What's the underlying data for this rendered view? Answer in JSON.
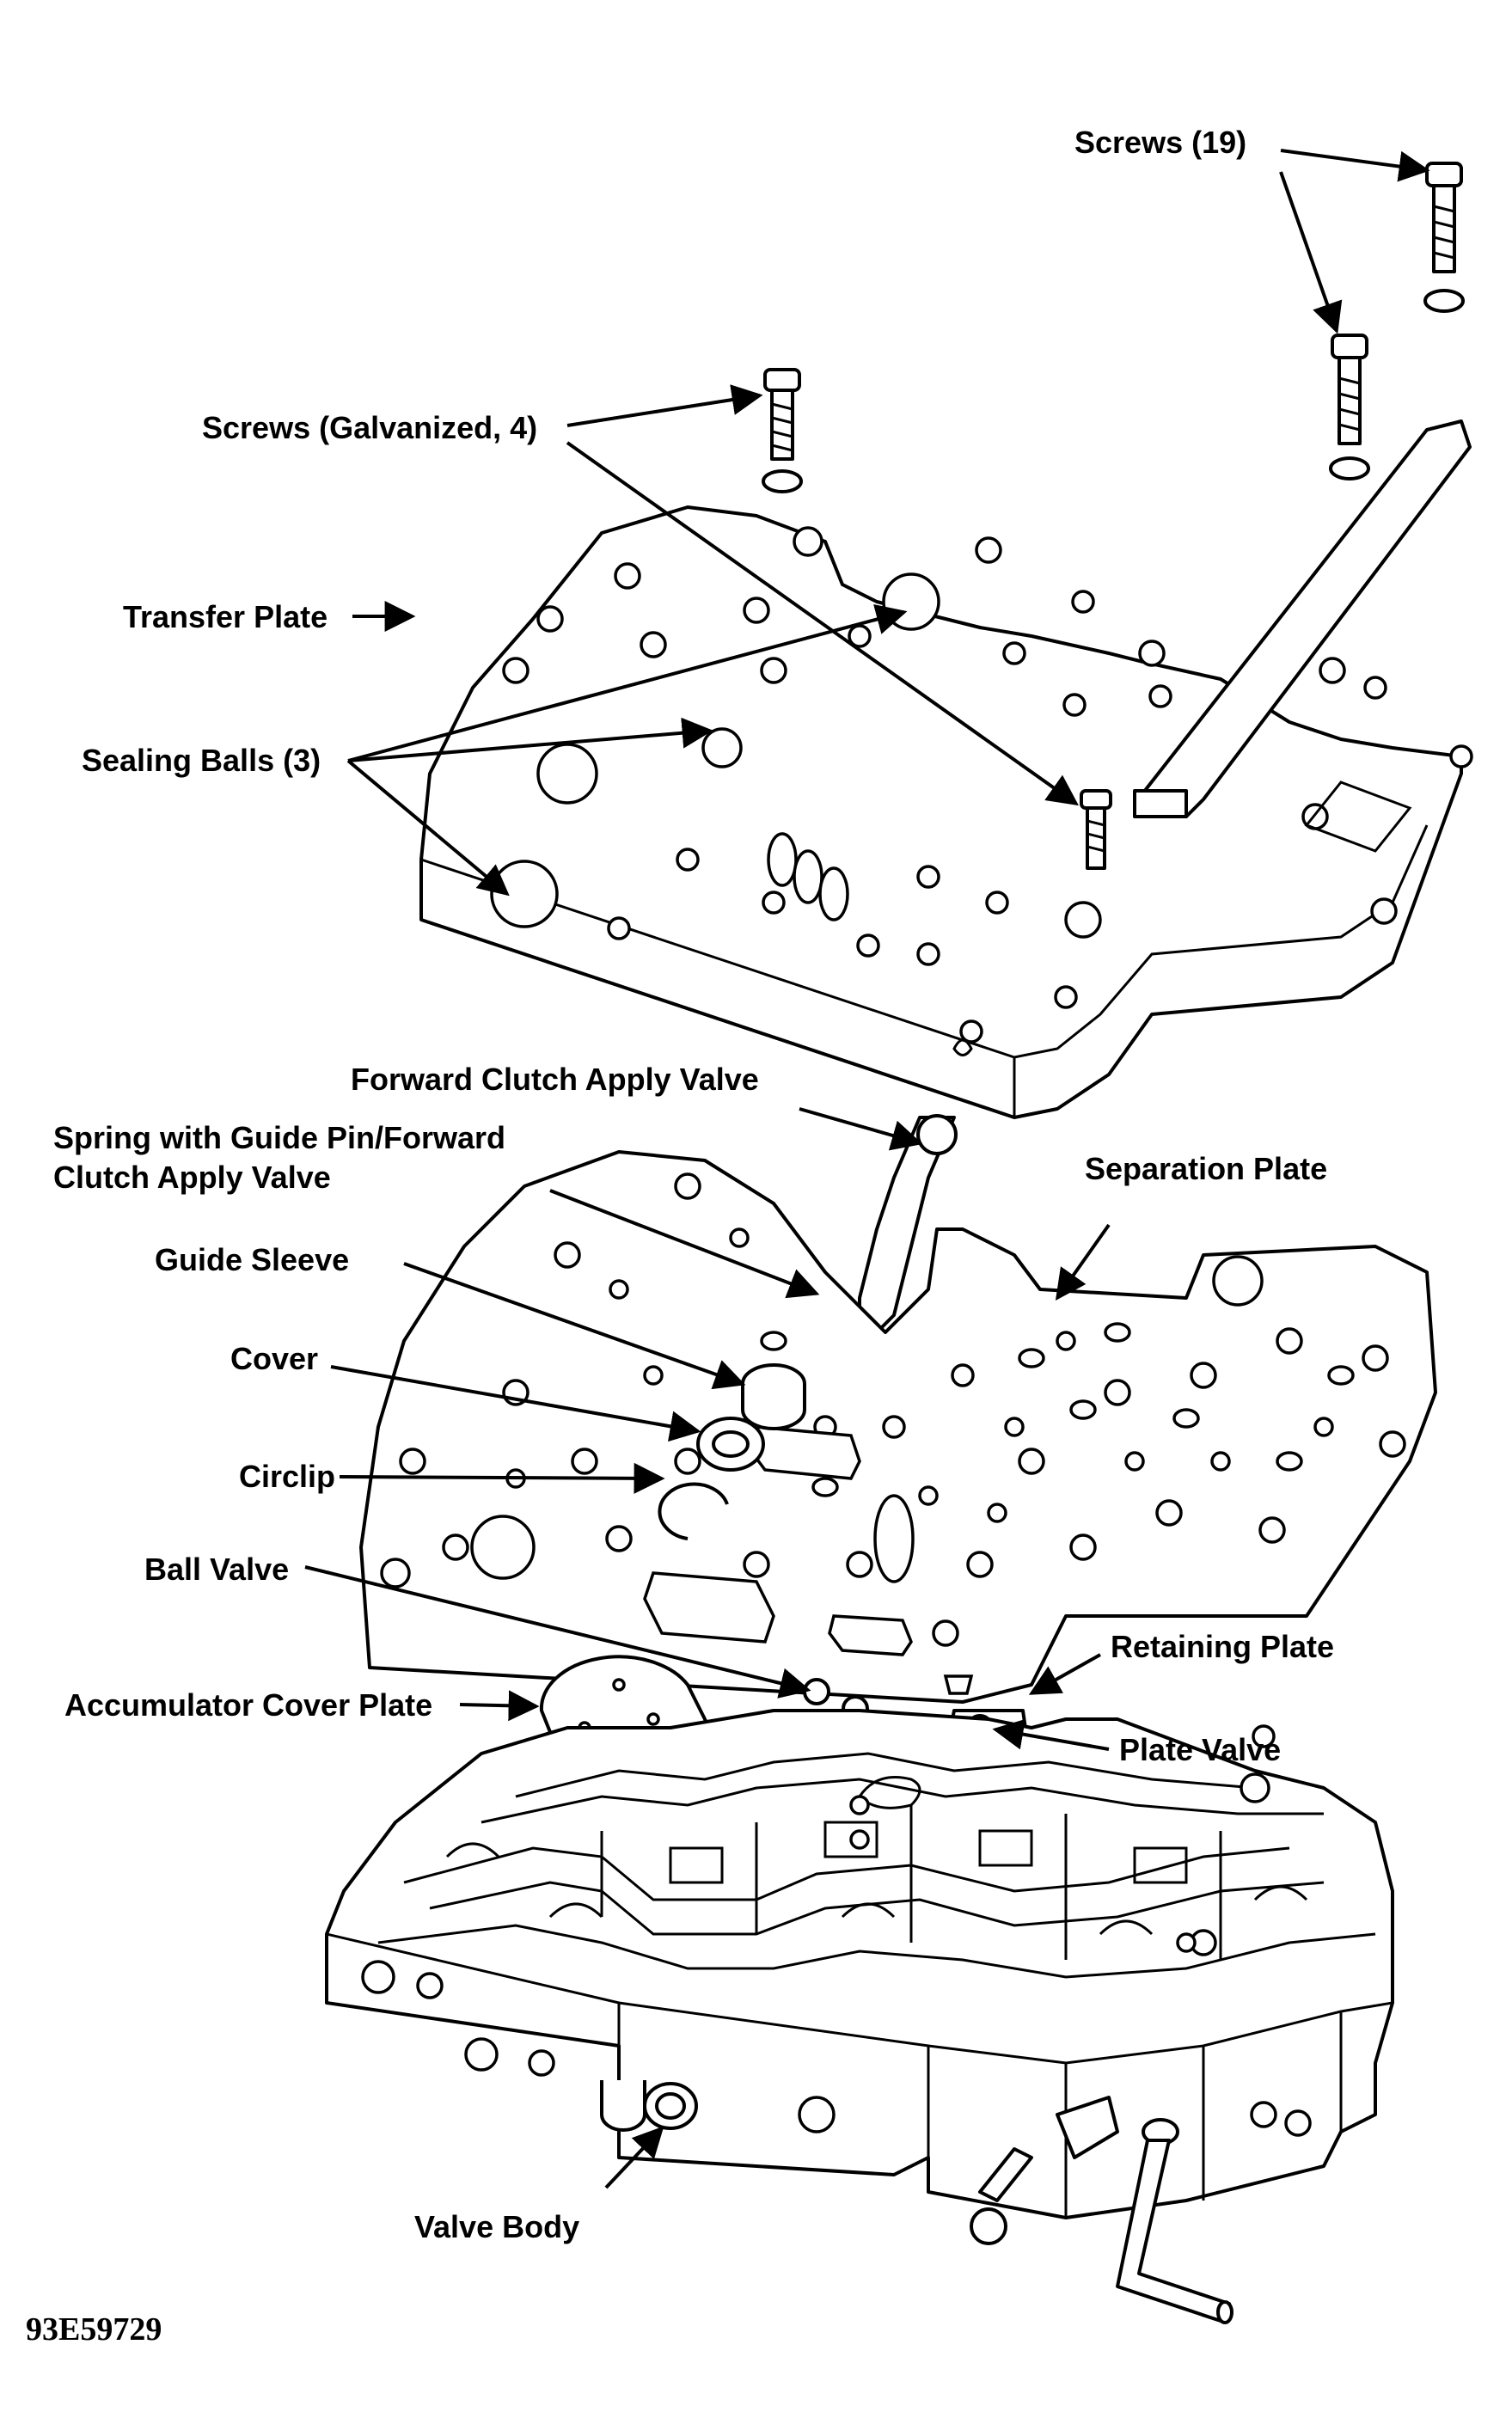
{
  "labels": {
    "screws_19": "Screws (19)",
    "screws_galvanized": "Screws (Galvanized, 4)",
    "transfer_plate": "Transfer Plate",
    "sealing_balls": "Sealing Balls (3)",
    "forward_clutch_apply_valve": "Forward Clutch Apply Valve",
    "spring_guide_pin_line1": "Spring with Guide Pin/Forward",
    "spring_guide_pin_line2": "Clutch Apply Valve",
    "separation_plate": "Separation Plate",
    "guide_sleeve": "Guide Sleeve",
    "cover": "Cover",
    "circlip": "Circlip",
    "ball_valve": "Ball Valve",
    "retaining_plate": "Retaining Plate",
    "accumulator_cover_plate": "Accumulator Cover Plate",
    "plate_valve": "Plate Valve",
    "valve_body": "Valve Body"
  },
  "figure_code": "93E59729"
}
